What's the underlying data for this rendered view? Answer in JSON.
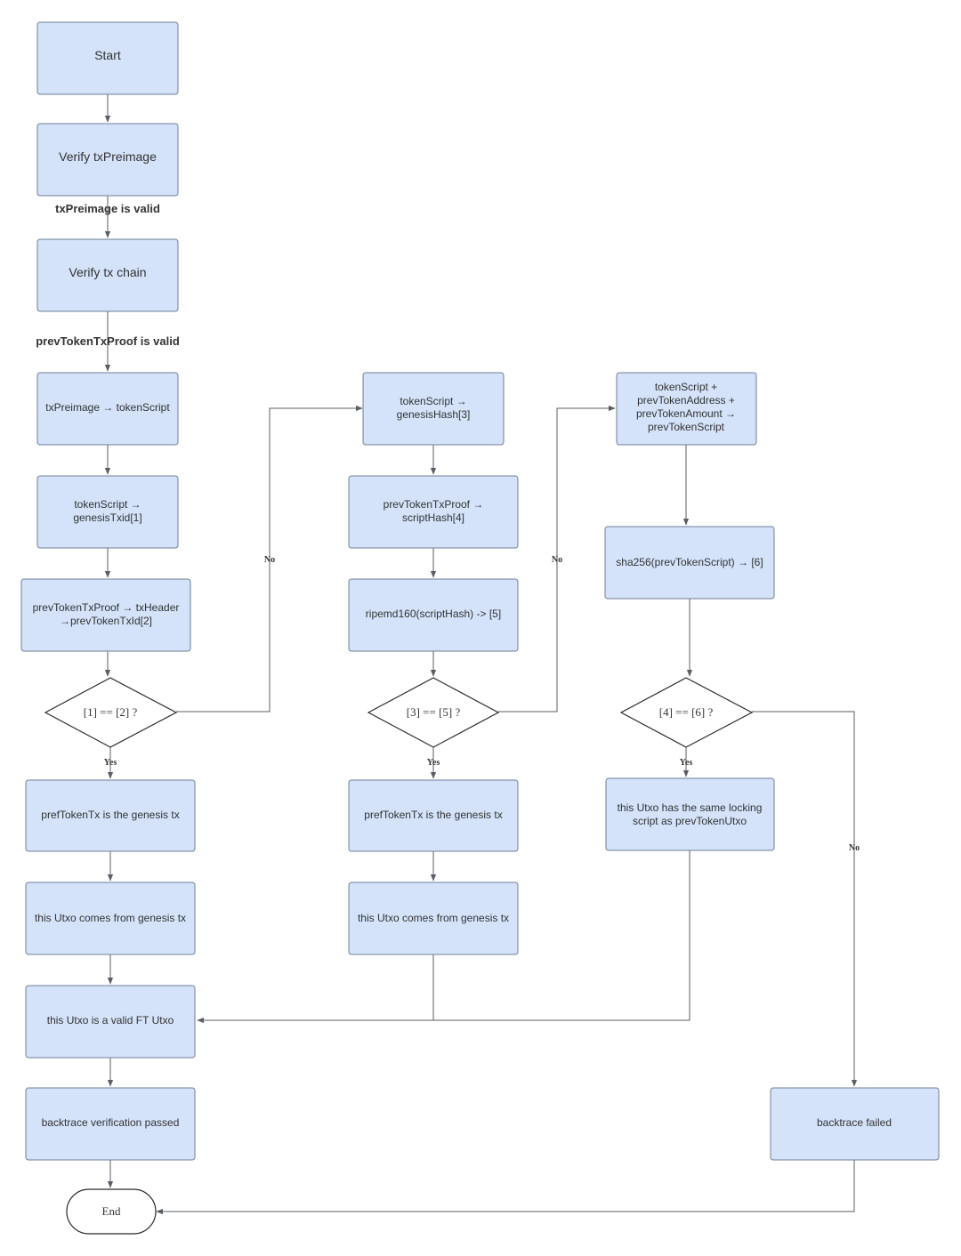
{
  "nodes": {
    "start": "Start",
    "verify_preimage": "Verify txPreimage",
    "verify_chain": "Verify tx chain",
    "preimage_to_script": "txPreimage → tokenScript",
    "script_to_genesis_txid": [
      "tokenScript →",
      "genesisTxid[1]"
    ],
    "proof_to_header": [
      "prevTokenTxProof → txHeader",
      "→prevTokenTxId[2]"
    ],
    "decision_1": "[1] == [2] ?",
    "genesis_tx_1": "prefTokenTx is the genesis tx",
    "from_genesis_1": "this Utxo comes from genesis tx",
    "valid_ft": "this Utxo is a valid FT Utxo",
    "passed": "backtrace verification passed",
    "end": "End",
    "script_to_genesis_hash": [
      "tokenScript →",
      "genesisHash[3]"
    ],
    "proof_to_script_hash": [
      "prevTokenTxProof →",
      "scriptHash[4]"
    ],
    "ripemd": "ripemd160(scriptHash) -> [5]",
    "decision_2": "[3] == [5] ?",
    "genesis_tx_2": "prefTokenTx is the genesis tx",
    "from_genesis_2": "this Utxo comes from genesis tx",
    "script_concat": [
      "tokenScript +",
      "prevTokenAddress +",
      "prevTokenAmount →",
      "prevTokenScript"
    ],
    "sha256": "sha256(prevTokenScript) → [6]",
    "decision_3": "[4] == [6] ?",
    "same_lock": [
      "this Utxo has the same locking",
      "script as prevTokenUtxo"
    ],
    "failed": "backtrace failed"
  },
  "edge_labels": {
    "preimage_valid": "txPreimage is valid",
    "proof_valid": "prevTokenTxProof is valid",
    "yes_1": "Yes",
    "no_1": "No",
    "yes_2": "Yes",
    "no_2": "No",
    "yes_3": "Yes",
    "no_3": "No"
  },
  "colors": {
    "process_fill": "#d4e3fa",
    "process_stroke": "#6f7f96",
    "connector": "#5a5f66"
  }
}
